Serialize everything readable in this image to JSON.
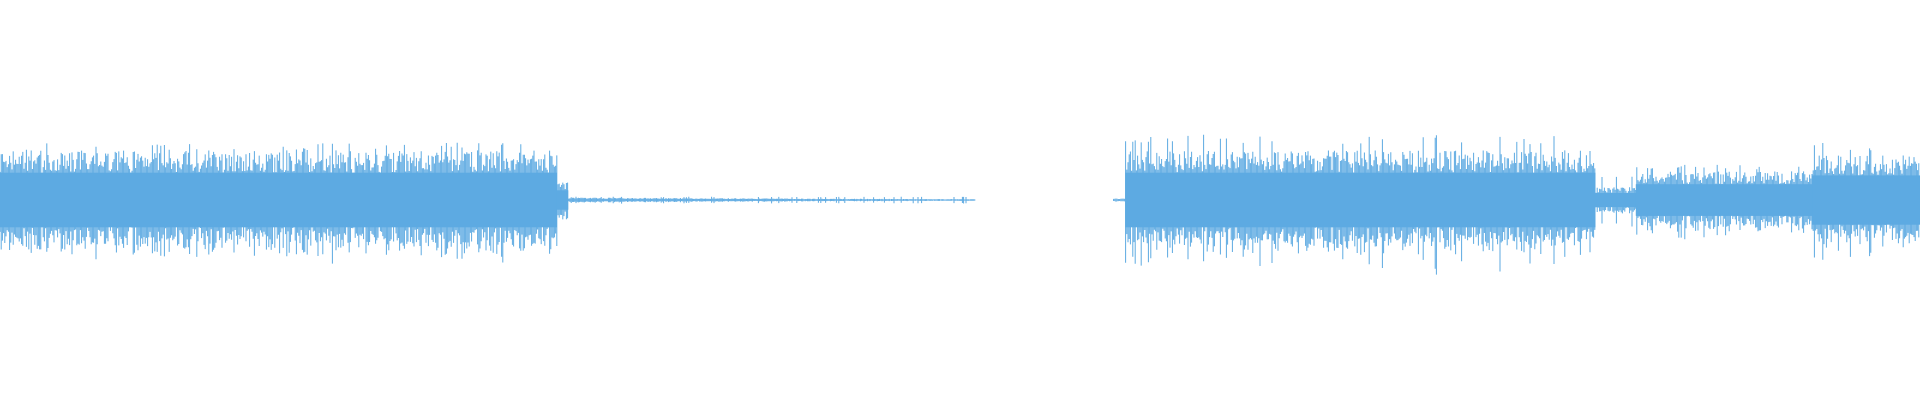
{
  "waveform": {
    "color": "#5daae2",
    "background": "#ffffff",
    "duration_fraction_total": 1.0,
    "segments": [
      {
        "start": 0.0,
        "end": 0.29,
        "level": 0.62,
        "spike": 0.72
      },
      {
        "start": 0.29,
        "end": 0.296,
        "level": 0.22,
        "spike": 0.3
      },
      {
        "start": 0.296,
        "end": 0.508,
        "level": 0.03,
        "spike": 0.04,
        "fade_to": 0.01
      },
      {
        "start": 0.508,
        "end": 0.58,
        "level": 0.0,
        "spike": 0.0
      },
      {
        "start": 0.58,
        "end": 0.586,
        "level": 0.02,
        "spike": 0.03
      },
      {
        "start": 0.586,
        "end": 0.831,
        "level": 0.62,
        "spike": 0.82
      },
      {
        "start": 0.831,
        "end": 0.852,
        "level": 0.16,
        "spike": 0.3
      },
      {
        "start": 0.852,
        "end": 0.944,
        "level": 0.36,
        "spike": 0.44
      },
      {
        "start": 0.944,
        "end": 1.0,
        "level": 0.56,
        "spike": 0.72
      }
    ]
  }
}
